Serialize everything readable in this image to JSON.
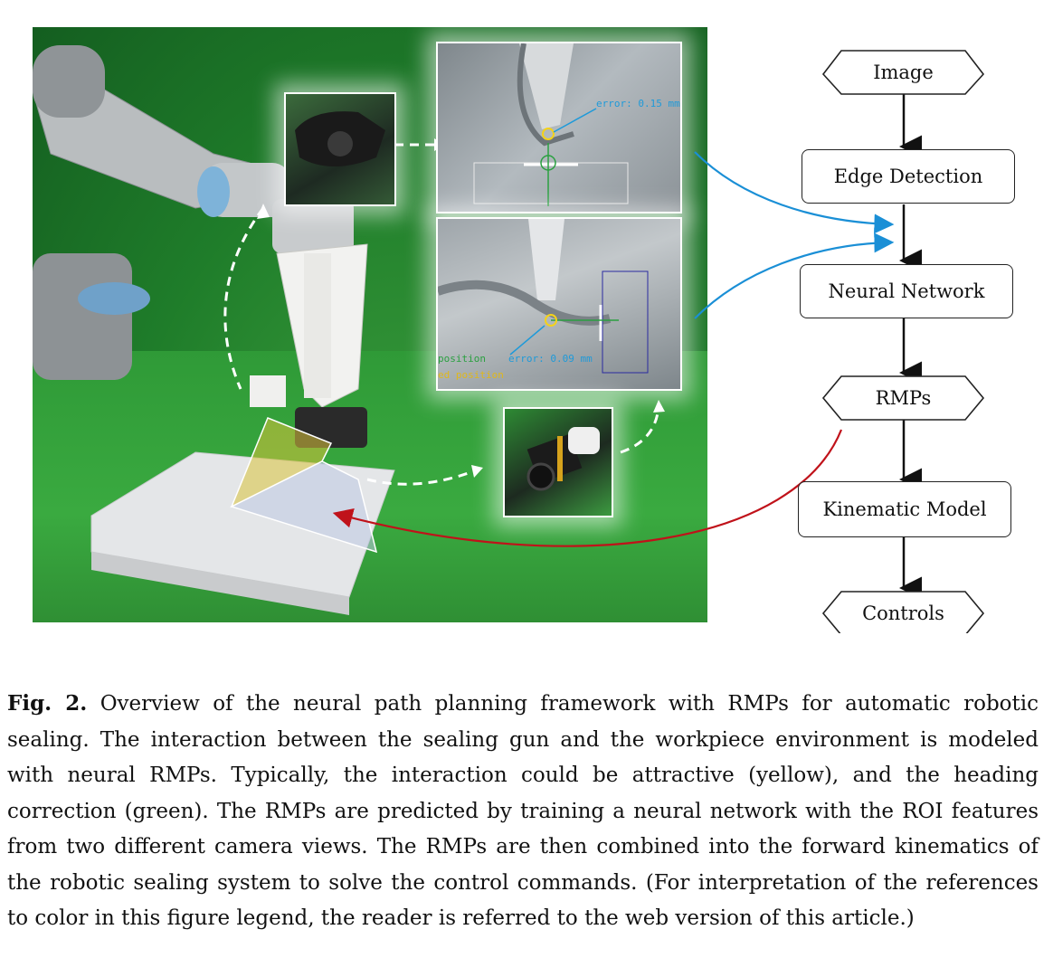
{
  "figure": {
    "photo": {
      "top_panel": {
        "annotation": "error: 0.15 mm"
      },
      "mid_panel": {
        "annotation": "error: 0.09 mm",
        "legend_1": "position",
        "legend_2": "ed position"
      }
    },
    "flowchart": {
      "nodes": [
        {
          "label": "Image",
          "shape": "hexagon"
        },
        {
          "label": "Edge Detection",
          "shape": "rounded-rect"
        },
        {
          "label": "Neural Network",
          "shape": "rounded-rect"
        },
        {
          "label": "RMPs",
          "shape": "hexagon"
        },
        {
          "label": "Kinematic Model",
          "shape": "rounded-rect"
        },
        {
          "label": "Controls",
          "shape": "hexagon"
        }
      ]
    },
    "caption": {
      "label": "Fig. 2.",
      "text": " Overview of the neural path planning framework with RMPs for automatic robotic sealing. The interaction between the sealing gun and the workpiece environment is modeled with neural RMPs. Typically, the interaction could be attractive (yellow), and the heading correction (green). The RMPs are predicted by training a neural network with the ROI features from two different camera views. The RMPs are then combined into the forward kinematics of the robotic sealing system to solve the control commands.  (For interpretation of the references to color in this figure legend, the reader is referred to the web version of this article.)"
    }
  },
  "colors": {
    "blue_arrow": "#1a8fd6",
    "red_arrow": "#c0121a",
    "green_bg": "#1f7d2a",
    "yellow_roi": "#d8c23a"
  }
}
